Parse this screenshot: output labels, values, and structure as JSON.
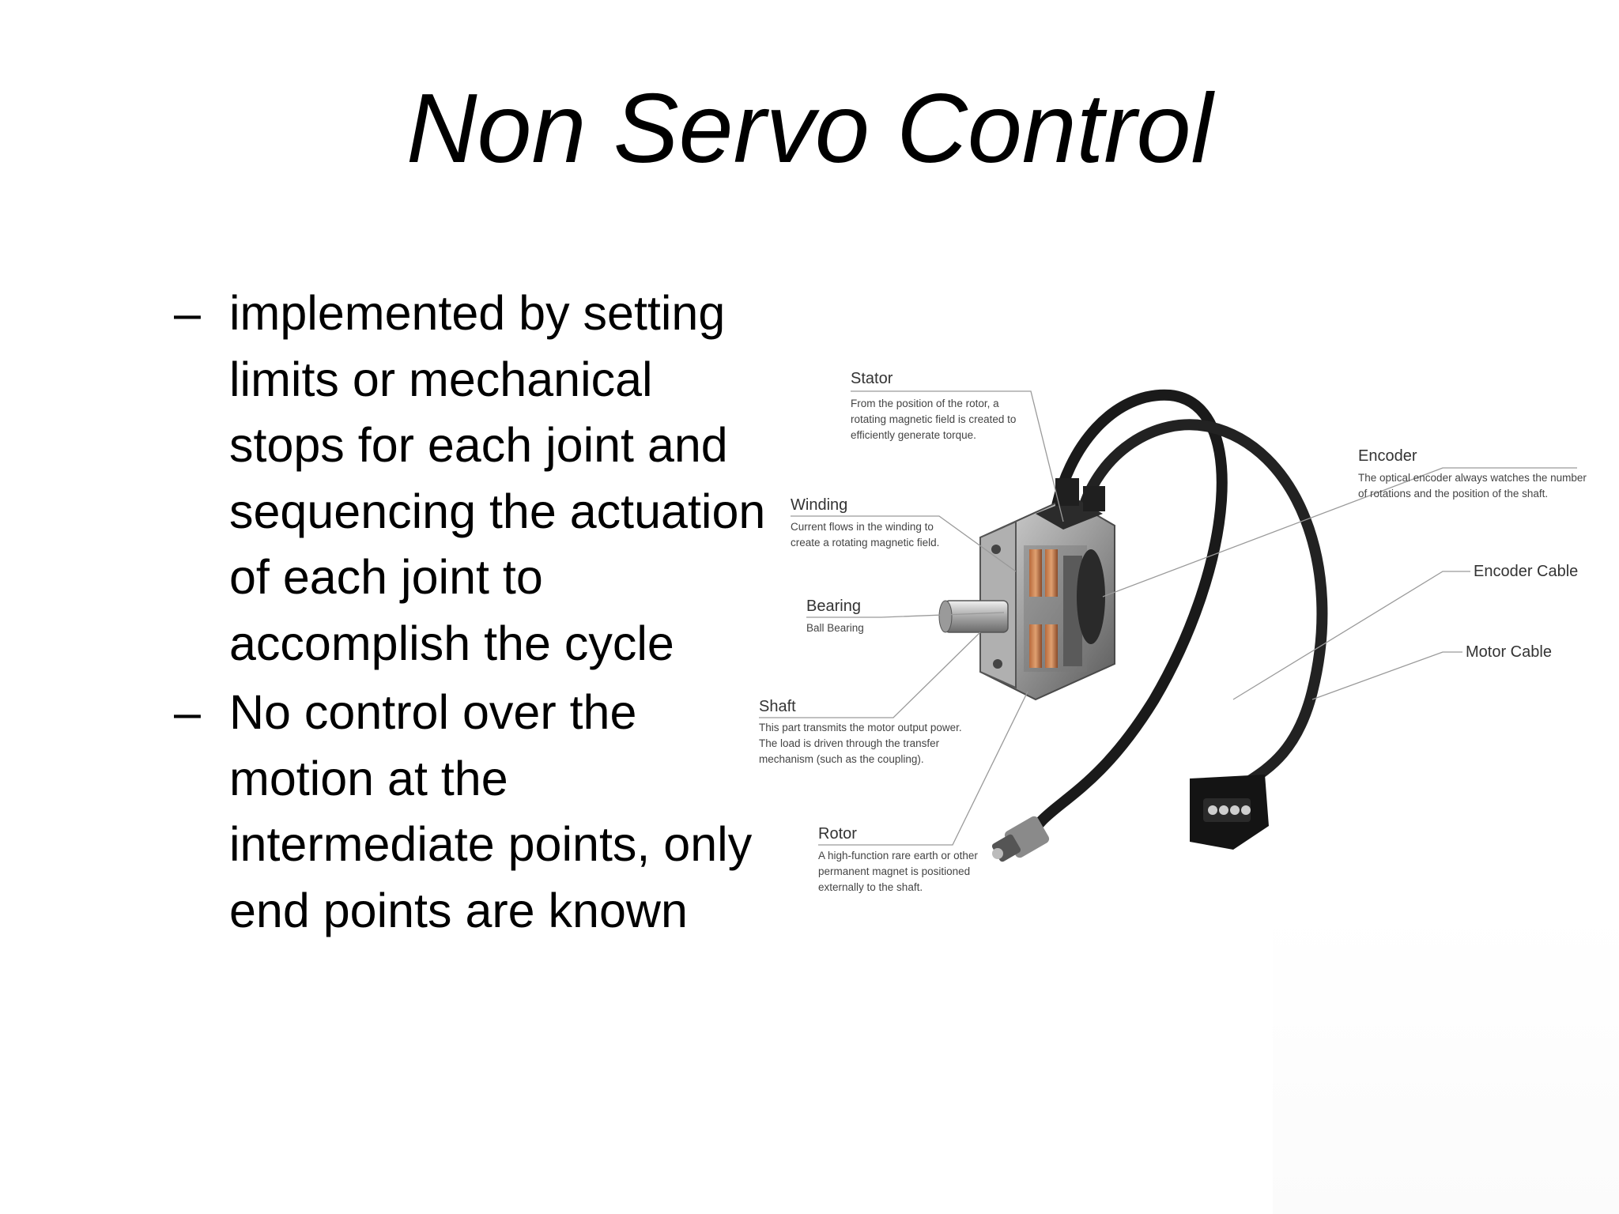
{
  "slide": {
    "title": "Non Servo Control",
    "bullets": [
      {
        "marker": "–",
        "text": "implemented by setting limits or mechanical stops for each joint and sequencing the actuation of each joint to accomplish the cycle"
      },
      {
        "marker": "–",
        "text": "No control over the motion at the intermediate points, only end points are known"
      }
    ]
  },
  "figure": {
    "callouts": {
      "stator": {
        "title": "Stator",
        "lines": [
          "From the position of the rotor, a",
          "rotating magnetic field is created to",
          "efficiently generate torque."
        ]
      },
      "winding": {
        "title": "Winding",
        "lines": [
          "Current flows in the winding to",
          "create a rotating magnetic field."
        ]
      },
      "bearing": {
        "title": "Bearing",
        "lines": [
          "Ball Bearing"
        ]
      },
      "shaft": {
        "title": "Shaft",
        "lines": [
          "This part transmits the motor output power.",
          "The load is driven through the transfer",
          "mechanism (such as the coupling)."
        ]
      },
      "rotor": {
        "title": "Rotor",
        "lines": [
          "A high-function rare earth or other",
          "permanent magnet is positioned",
          "externally to the shaft."
        ]
      },
      "encoder": {
        "title": "Encoder",
        "lines": [
          "The optical encoder always watches the number",
          "of rotations and the position of the shaft."
        ]
      },
      "encoder_cable": {
        "title": "Encoder Cable"
      },
      "motor_cable": {
        "title": "Motor Cable"
      }
    }
  }
}
